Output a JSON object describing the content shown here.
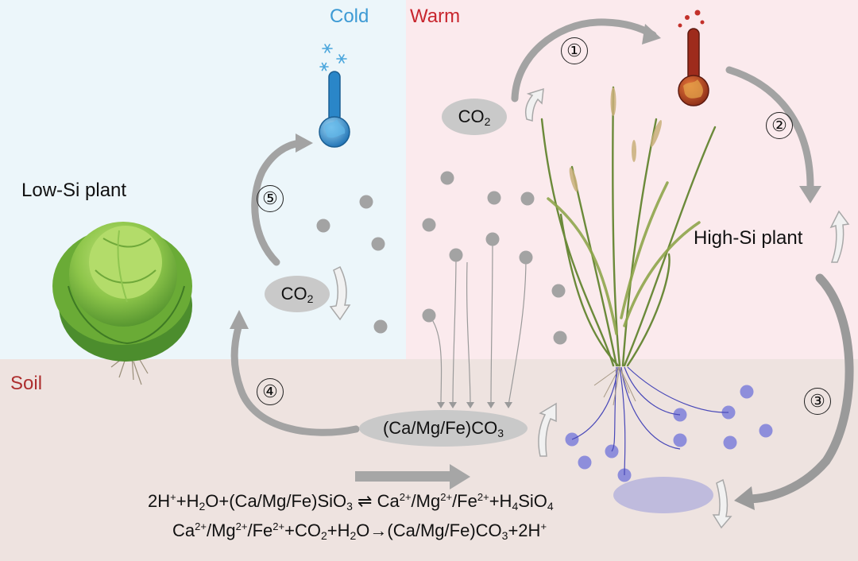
{
  "regions": {
    "cold": "Cold",
    "warm": "Warm",
    "soil": "Soil"
  },
  "plants": {
    "low_si": "Low-Si plant",
    "high_si": "High-Si plant"
  },
  "steps": [
    "①",
    "②",
    "③",
    "④",
    "⑤"
  ],
  "molecules": {
    "co2_base": "CO",
    "co2_sub": "2",
    "carbonate_base": "(Ca/Mg/Fe)CO",
    "carbonate_sub": "3"
  },
  "equation_1": {
    "p1": "2H",
    "p1_sup": "+",
    "p2": "+H",
    "p2_sub": "2",
    "p3": "O+(Ca/Mg/Fe)SiO",
    "p3_sub": "3",
    "p4": " ⇌ Ca",
    "p4_sup": "2+",
    "p5": "/Mg",
    "p5_sup": "2+",
    "p6": "/Fe",
    "p6_sup": "2+",
    "p7": "+H",
    "p7_sub": "4",
    "p8": "SiO",
    "p8_sub": "4"
  },
  "equation_2": {
    "p1": "Ca",
    "p1_sup": "2+",
    "p2": "/Mg",
    "p2_sup": "2+",
    "p3": "/Fe",
    "p3_sup": "2+",
    "p4": "+CO",
    "p4_sub": "2",
    "p5": "+H",
    "p5_sub": "2",
    "p6": "O→(Ca/Mg/Fe)CO",
    "p6_sub": "3",
    "p7": "+2H",
    "p7_sup": "+"
  },
  "colors": {
    "cold_bg": "#ecf6fa",
    "warm_bg": "#fbeaed",
    "soil_bg": "#eee3e0",
    "arrow_gray": "#a8a8a8",
    "dot_gray": "#a3a3a3",
    "dot_blue": "#8e8edb",
    "cold_text": "#3d9ad4",
    "warm_text": "#c8262e",
    "soil_text": "#ad2e2e"
  },
  "icons": {
    "cold_thermometer": "thermometer-cold-icon",
    "warm_thermometer": "thermometer-warm-icon",
    "snowflake": "snowflake-icon",
    "cabbage": "cabbage-icon",
    "rice": "rice-plant-icon"
  }
}
